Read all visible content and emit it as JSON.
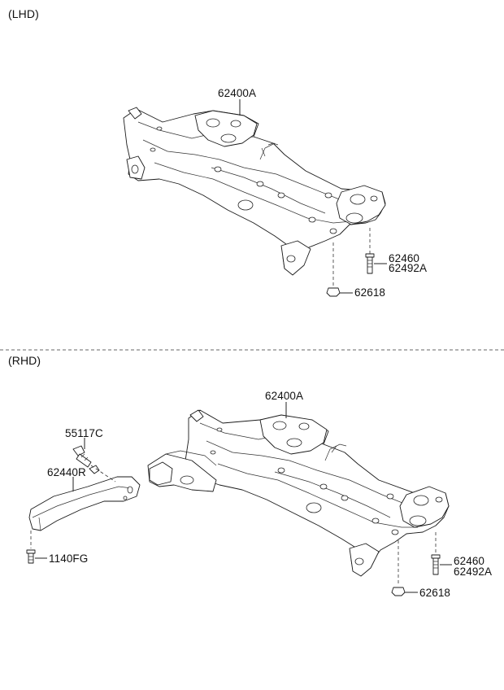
{
  "lhd": {
    "section_label": "(LHD)",
    "crossmember_label": "62400A",
    "bolt_label_1": "62460",
    "bolt_label_2": "62492A",
    "nut_label": "62618"
  },
  "rhd": {
    "section_label": "(RHD)",
    "crossmember_label": "62400A",
    "bracket_bolt_label": "55117C",
    "bracket_label": "62440R",
    "small_bolt_label": "1140FG",
    "bolt_label_1": "62460",
    "bolt_label_2": "62492A",
    "nut_label": "62618"
  }
}
